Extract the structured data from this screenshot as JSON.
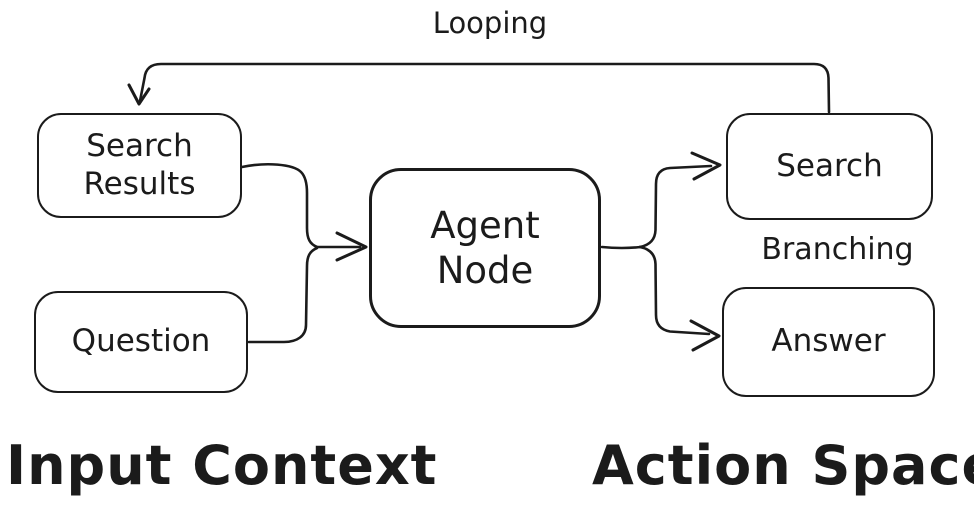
{
  "diagram": {
    "nodes": [
      {
        "id": "search-results",
        "label": "Search\nResults"
      },
      {
        "id": "question",
        "label": "Question"
      },
      {
        "id": "agent-node",
        "label": "Agent\nNode"
      },
      {
        "id": "search",
        "label": "Search"
      },
      {
        "id": "answer",
        "label": "Answer"
      }
    ],
    "labels": {
      "looping": "Looping",
      "branching": "Branching",
      "input_context": "Input Context",
      "action_space": "Action Space"
    },
    "edges": [
      {
        "from": "Search Results",
        "to": "Agent Node"
      },
      {
        "from": "Question",
        "to": "Agent Node"
      },
      {
        "from": "Agent Node",
        "to": "Search",
        "label": "Branching"
      },
      {
        "from": "Agent Node",
        "to": "Answer",
        "label": "Branching"
      },
      {
        "from": "Search",
        "to": "Search Results",
        "label": "Looping"
      }
    ],
    "groups": [
      {
        "label": "Input Context",
        "members": [
          "Search Results",
          "Question"
        ]
      },
      {
        "label": "Action Space",
        "members": [
          "Search",
          "Answer"
        ]
      }
    ],
    "colors": {
      "ink": "#1b1b1b",
      "background": "#ffffff",
      "node_fill": "#ffffff"
    }
  }
}
